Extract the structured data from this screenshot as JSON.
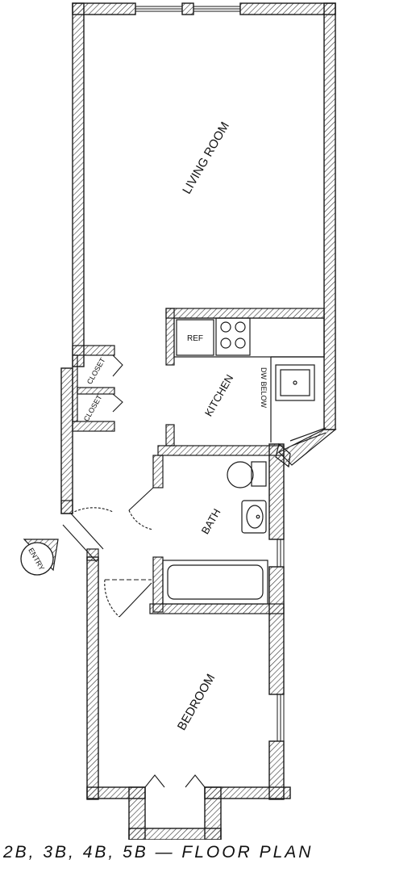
{
  "rooms": {
    "living_room": "LIVING ROOM",
    "kitchen": "KITCHEN",
    "bath": "BATH",
    "bedroom": "BEDROOM",
    "closet_upper": "CLOSET",
    "closet_lower": "CLOSET"
  },
  "fixtures": {
    "refrigerator": "REF",
    "dishwasher": "DW BELOW"
  },
  "entry_marker": "ENTRY",
  "caption": "2B, 3B, 4B, 5B — FLOOR PLAN",
  "colors": {
    "line": "#1a1a1a",
    "background": "#ffffff"
  }
}
